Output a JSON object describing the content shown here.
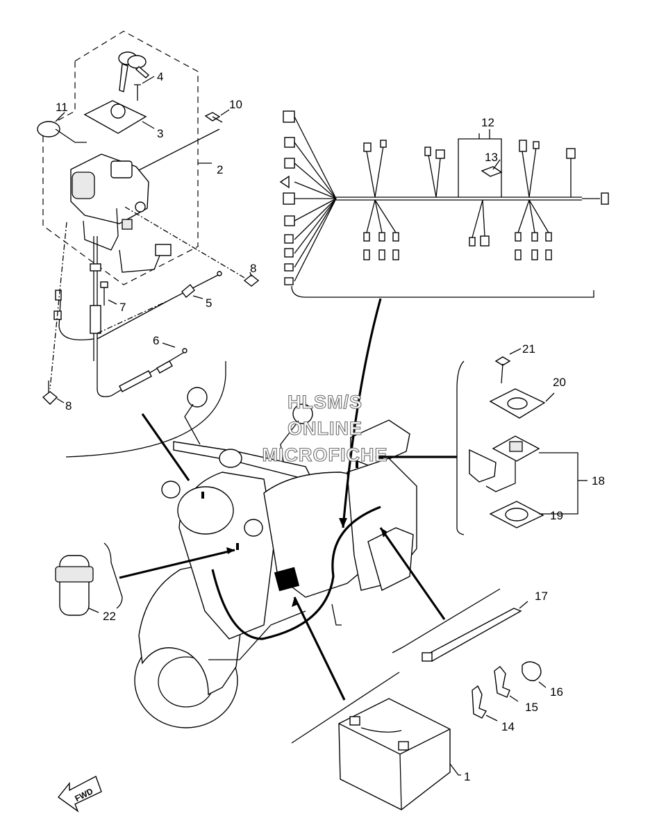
{
  "callouts": {
    "c1": "1",
    "c2": "2",
    "c3": "3",
    "c4": "4",
    "c5": "5",
    "c6": "6",
    "c7": "7",
    "c8a": "8",
    "c8b": "8",
    "c10": "10",
    "c11": "11",
    "c12": "12",
    "c13": "13",
    "c14": "14",
    "c15": "15",
    "c16": "16",
    "c17": "17",
    "c18": "18",
    "c19": "19",
    "c20": "20",
    "c21": "21",
    "c22": "22"
  },
  "watermark": {
    "line1": "HLSM/S",
    "line2": "ONLINE",
    "line3": "MICROFICHE"
  },
  "fwd_label": "FWD"
}
